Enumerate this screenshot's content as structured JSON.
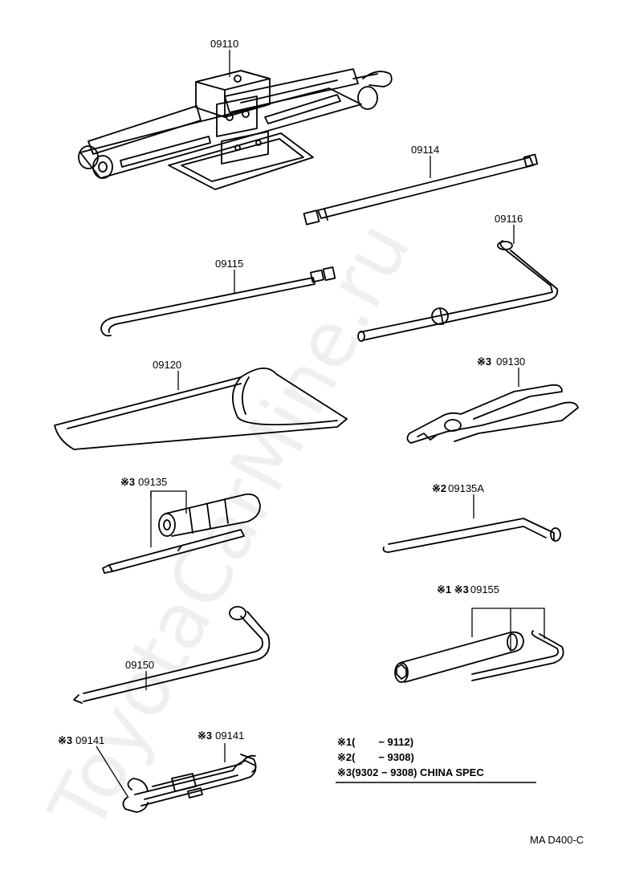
{
  "watermark": "ToyotaCarMine.ru",
  "parts": [
    {
      "id": "jack",
      "number": "09110"
    },
    {
      "id": "jack-handle",
      "number": "09114"
    },
    {
      "id": "jack-handle-extension",
      "number": "09115"
    },
    {
      "id": "wheel-nut-wrench",
      "number": "09116"
    },
    {
      "id": "tool-bag",
      "number": "09120"
    },
    {
      "id": "pliers",
      "prefix": "※3",
      "number": "09130"
    },
    {
      "id": "screwdriver",
      "prefix": "※3",
      "number": "09135"
    },
    {
      "id": "screwdriver-bar",
      "prefix": "※2",
      "number": "09135A"
    },
    {
      "id": "plug-wrench",
      "prefix": "※1 ※3",
      "number": "09155"
    },
    {
      "id": "wheel-cap-lever",
      "number": "09150"
    },
    {
      "id": "open-end-wrench-left",
      "prefix": "※3",
      "number": "09141"
    },
    {
      "id": "open-end-wrench-right",
      "prefix": "※3",
      "number": "09141"
    }
  ],
  "notes": [
    {
      "mark": "※1",
      "text": "(        − 9112)"
    },
    {
      "mark": "※2",
      "text": "(        − 9308)"
    },
    {
      "mark": "※3",
      "text": "(9302 − 9308) CHINA SPEC"
    }
  ],
  "footer_code": "MA D400-C"
}
